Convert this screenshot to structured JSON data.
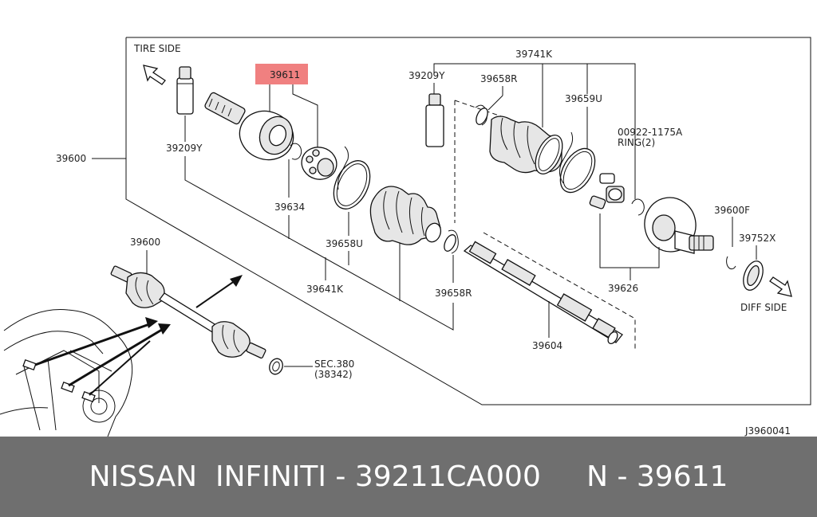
{
  "diagram": {
    "labels": {
      "tire_side": "TIRE SIDE",
      "diff_side": "DIFF SIDE",
      "l_39600_main": "39600",
      "l_39600_small": "39600",
      "l_39209y_left": "39209Y",
      "l_39611": "39611",
      "l_39634": "39634",
      "l_39658u": "39658U",
      "l_39641k": "39641K",
      "l_39209y_right": "39209Y",
      "l_39658r_top": "39658R",
      "l_39741k": "39741K",
      "l_39659u": "39659U",
      "l_00922": "00922-1175A",
      "l_ring": "RING(2)",
      "l_39600f": "39600F",
      "l_39752x": "39752X",
      "l_39626": "39626",
      "l_39658r_bottom": "39658R",
      "l_39604": "39604",
      "l_sec380": "SEC.380",
      "l_38342": "(38342)",
      "figure_code": "J3960041"
    },
    "highlight_color": "#f08080"
  },
  "footer": {
    "text": "NISSAN  INFINITI - 39211CA000     N - 39611",
    "background": "#6f6f6f",
    "text_color": "#ffffff"
  }
}
